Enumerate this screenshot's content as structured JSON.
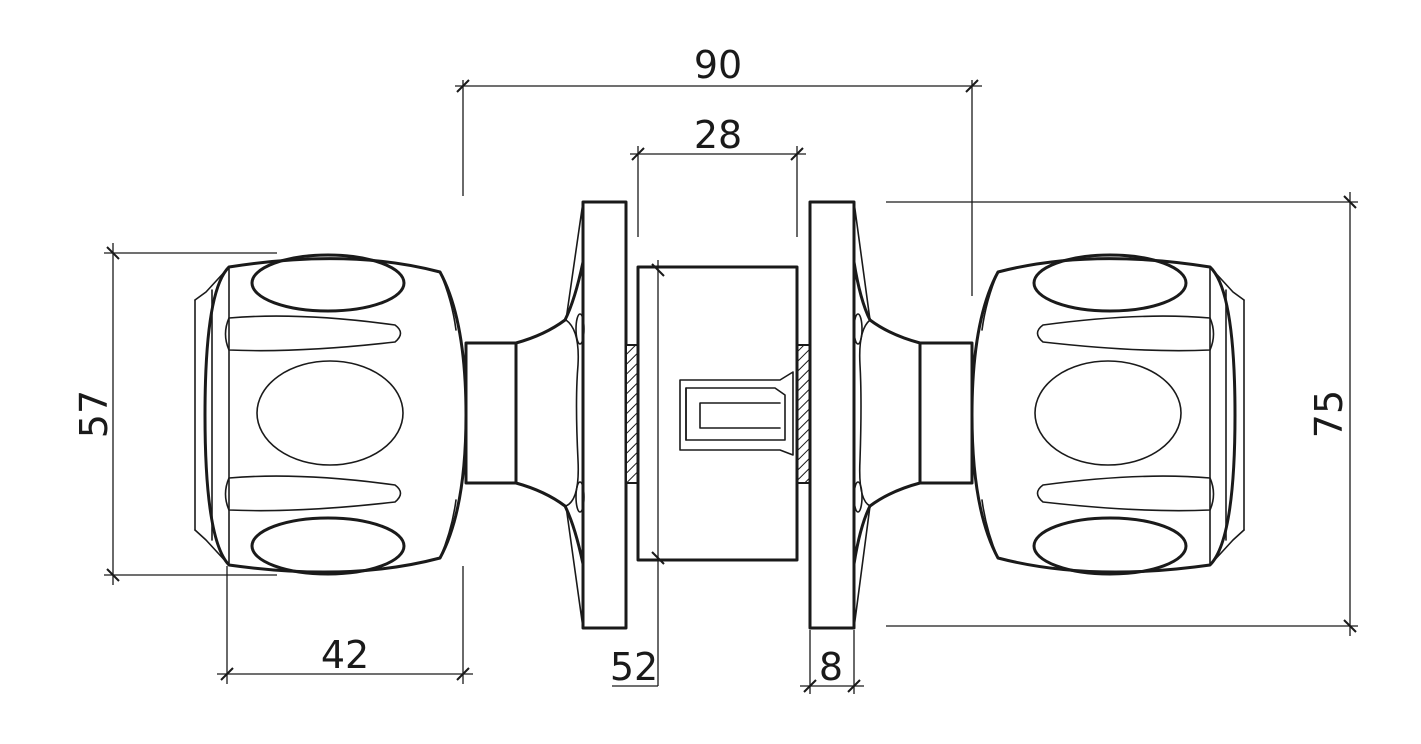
{
  "dimensions": {
    "overall_length": "90",
    "body_width": "28",
    "rose_diameter": "75",
    "knob_diameter": "57",
    "knob_length": "42",
    "backset": "52",
    "rose_thickness": "8"
  }
}
